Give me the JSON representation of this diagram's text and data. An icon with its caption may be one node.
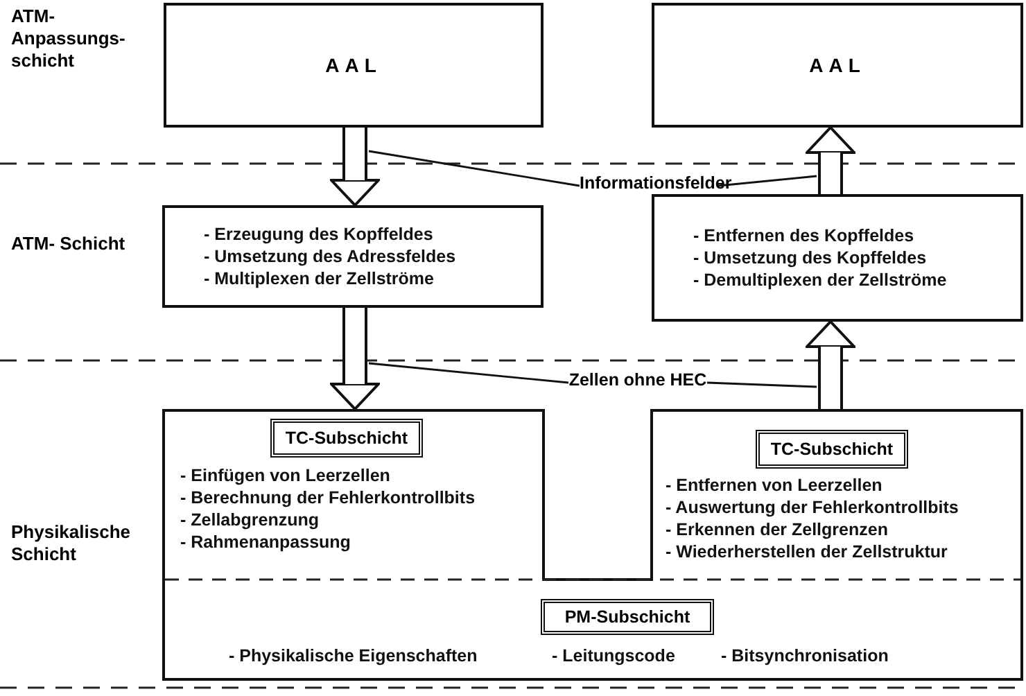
{
  "diagram": {
    "nodes": [
      {
        "text": [
          "AAL"
        ]
      },
      {
        "text": [
          "AAL"
        ]
      },
      {
        "text": [
          "- Erzeugung des Kopffeldes",
          "- Umsetzung des Adressfeldes",
          "- Multiplexen der Zellströme"
        ]
      },
      {
        "text": [
          "- Entfernen des Kopffeldes",
          "- Umsetzung des Kopffeldes",
          "- Demultiplexen der Zellströme"
        ]
      },
      {
        "text": [
          "- Einfügen von Leerzellen",
          "- Berechnung der Fehlerkontrollbits",
          "- Zellabgrenzung",
          "- Rahmenanpassung",
          "- Entfernen von Leerzellen",
          "- Auswertung der Fehlerkontrollbits",
          "- Erkennen der Zellgrenzen",
          "- Wiederherstellen der Zellstruktur",
          "- Physikalische Eigenschaften",
          "- Leitungscode",
          "- Bitsynchronisation"
        ]
      },
      {
        "text": [
          "TC-Subschicht"
        ],
        "in": 4
      },
      {
        "text": [
          "TC-Subschicht"
        ],
        "in": 4
      },
      {
        "text": [
          "PM-Subschicht"
        ],
        "in": 4
      },
      {
        "text": [
          "Informationsfelder"
        ]
      },
      {
        "text": [
          "Zellen ohne HEC"
        ]
      }
    ],
    "edges": [
      {
        "from": 0,
        "to": 2,
        "arrow": "to",
        "style": "thick"
      },
      {
        "from": 2,
        "to": 4,
        "arrow": "to",
        "style": "thick"
      },
      {
        "from": 4,
        "to": 3,
        "arrow": "to",
        "style": "thick"
      },
      {
        "from": 3,
        "to": 1,
        "arrow": "to",
        "style": "thick"
      },
      {
        "from": 8,
        "to": null,
        "arrow": "none"
      },
      {
        "from": 8,
        "to": null,
        "arrow": "none"
      },
      {
        "from": 9,
        "to": null,
        "arrow": "none"
      },
      {
        "from": 9,
        "to": null,
        "arrow": "none"
      }
    ],
    "labels": [
      "ATM- Anpassungs- schicht",
      "ATM- Schicht",
      "Physikalische Schicht"
    ]
  }
}
